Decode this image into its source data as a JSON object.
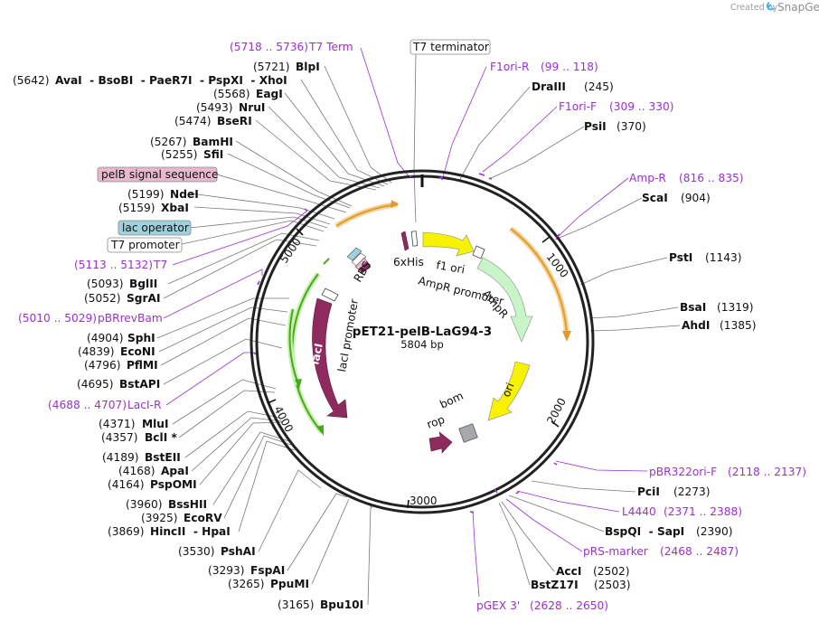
{
  "credit": {
    "prefix": "Created by",
    "brand": "SnapGene"
  },
  "plasmid": {
    "name": "pET21-pelB-LaG94-3",
    "size_label": "5804 bp"
  },
  "ticks": [
    "1000",
    "2000",
    "3000",
    "4000",
    "5000"
  ],
  "features": {
    "6xhis": "6xHis",
    "f1ori": "f1 ori",
    "ampr_promoter": "AmpR promoter",
    "ampr": "AmpR",
    "ori": "ori",
    "bom": "bom",
    "rop": "rop",
    "laci": "lacI",
    "laci_promoter": "lacI promoter",
    "rbs": "RBS"
  },
  "left_labels": [
    {
      "pos": "(5718 .. 5736)",
      "name": "T7 Term"
    },
    {
      "pos": "(5721)",
      "name": "BlpI"
    },
    {
      "pos": "(5642)",
      "name": "AvaI  - BsoBI  - PaeR7I  - PspXI  - XhoI"
    },
    {
      "pos": "(5568)",
      "name": "EagI"
    },
    {
      "pos": "(5493)",
      "name": "NruI"
    },
    {
      "pos": "(5474)",
      "name": "BseRI"
    },
    {
      "pos": "(5267)",
      "name": "BamHI"
    },
    {
      "pos": "(5255)",
      "name": "SfiI"
    },
    {
      "pos": "",
      "name": "pelB signal sequence"
    },
    {
      "pos": "(5199)",
      "name": "NdeI"
    },
    {
      "pos": "(5159)",
      "name": "XbaI"
    },
    {
      "pos": "",
      "name": "lac operator"
    },
    {
      "pos": "",
      "name": "T7 promoter"
    },
    {
      "pos": "(5113 .. 5132)",
      "name": "T7"
    },
    {
      "pos": "(5093)",
      "name": "BglII"
    },
    {
      "pos": "(5052)",
      "name": "SgrAI"
    },
    {
      "pos": "(5010 .. 5029)",
      "name": "pBRrevBam"
    },
    {
      "pos": "(4904)",
      "name": "SphI"
    },
    {
      "pos": "(4839)",
      "name": "EcoNI"
    },
    {
      "pos": "(4796)",
      "name": "PflMI"
    },
    {
      "pos": "(4695)",
      "name": "BstAPI"
    },
    {
      "pos": "(4688 .. 4707)",
      "name": "LacI-R"
    },
    {
      "pos": "(4371)",
      "name": "MluI"
    },
    {
      "pos": "(4357)",
      "name": "BclI *"
    },
    {
      "pos": "(4189)",
      "name": "BstEII"
    },
    {
      "pos": "(4168)",
      "name": "ApaI"
    },
    {
      "pos": "(4164)",
      "name": "PspOMI"
    },
    {
      "pos": "(3960)",
      "name": "BssHII"
    },
    {
      "pos": "(3925)",
      "name": "EcoRV"
    },
    {
      "pos": "(3869)",
      "name": "HincII  - HpaI"
    },
    {
      "pos": "(3530)",
      "name": "PshAI"
    },
    {
      "pos": "(3293)",
      "name": "FspAI"
    },
    {
      "pos": "(3265)",
      "name": "PpuMI"
    },
    {
      "pos": "(3165)",
      "name": "Bpu10I"
    }
  ],
  "right_labels": [
    {
      "pos": "",
      "name": "T7 terminator"
    },
    {
      "pos": "(99 .. 118)",
      "name": "F1ori-R"
    },
    {
      "pos": "(245)",
      "name": "DraIII"
    },
    {
      "pos": "(309 .. 330)",
      "name": "F1ori-F"
    },
    {
      "pos": "(370)",
      "name": "PsiI"
    },
    {
      "pos": "(816 .. 835)",
      "name": "Amp-R"
    },
    {
      "pos": "(904)",
      "name": "ScaI"
    },
    {
      "pos": "(1143)",
      "name": "PstI"
    },
    {
      "pos": "(1319)",
      "name": "BsaI"
    },
    {
      "pos": "(1385)",
      "name": "AhdI"
    },
    {
      "pos": "(2118 .. 2137)",
      "name": "pBR322ori-F"
    },
    {
      "pos": "(2273)",
      "name": "PciI"
    },
    {
      "pos": "(2371 .. 2388)",
      "name": "L4440"
    },
    {
      "pos": "(2390)",
      "name": "BspQI  - SapI"
    },
    {
      "pos": "(2468 .. 2487)",
      "name": "pRS-marker"
    },
    {
      "pos": "(2502)",
      "name": "AccI"
    },
    {
      "pos": "(2503)",
      "name": "BstZ17I"
    },
    {
      "pos": "(2628 .. 2650)",
      "name": "pGEX 3'"
    }
  ],
  "colors": {
    "primer": "#9b30d0",
    "orange": "#e39a2c",
    "green": "#4aa81e",
    "yellow": "#f7f200",
    "maroon": "#8e2a5e",
    "light_green": "#c8f5c8",
    "grey_feature": "#a7a9ac",
    "pelb_box": "#e8b8cf",
    "lacop_box": "#9fd0dc"
  }
}
